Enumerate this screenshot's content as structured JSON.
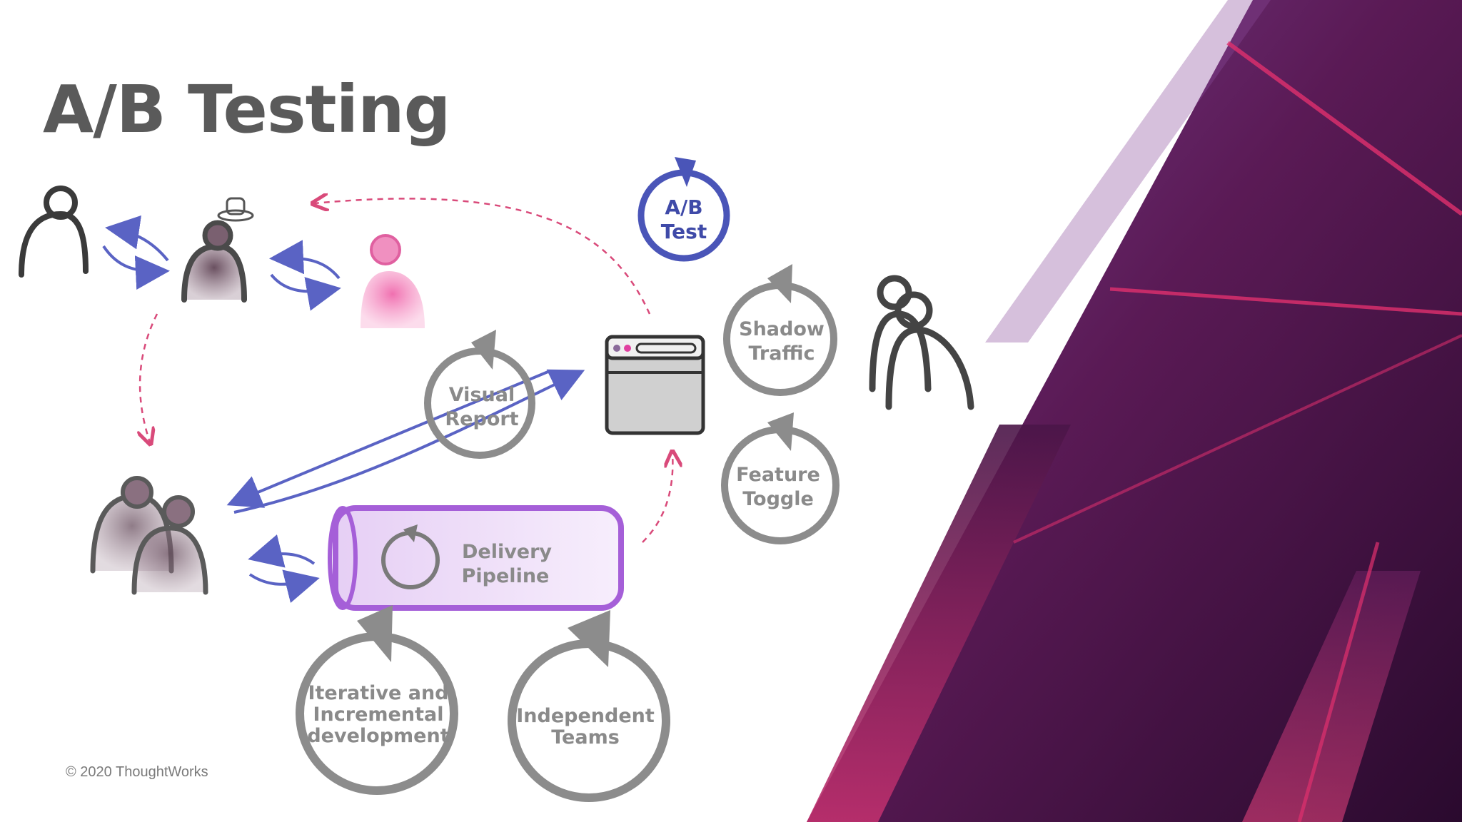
{
  "slide": {
    "title": "A/B Testing",
    "footer": "© 2020 ThoughtWorks"
  },
  "diagram": {
    "ab_test": [
      "A/B",
      "Test"
    ],
    "shadow_traffic": [
      "Shadow",
      "Traffic"
    ],
    "feature_toggle": [
      "Feature",
      "Toggle"
    ],
    "visual_report": [
      "Visual",
      "Report"
    ],
    "delivery_pipeline": [
      "Delivery",
      "Pipeline"
    ],
    "iterative": [
      "Iterative and",
      "Incremental",
      "development"
    ],
    "independent_teams": [
      "Independent",
      "Teams"
    ]
  },
  "colors": {
    "title": "#5a5a5a",
    "loop_gray": "#8c8c8c",
    "ab_blue": "#4a55b8",
    "arrow_blue": "#5a63c4",
    "dashed_pink": "#d94a7a",
    "pipeline_purple": "#a55fd8",
    "accent_magenta": "#e0306e",
    "deep_purple": "#3a0f3f"
  }
}
